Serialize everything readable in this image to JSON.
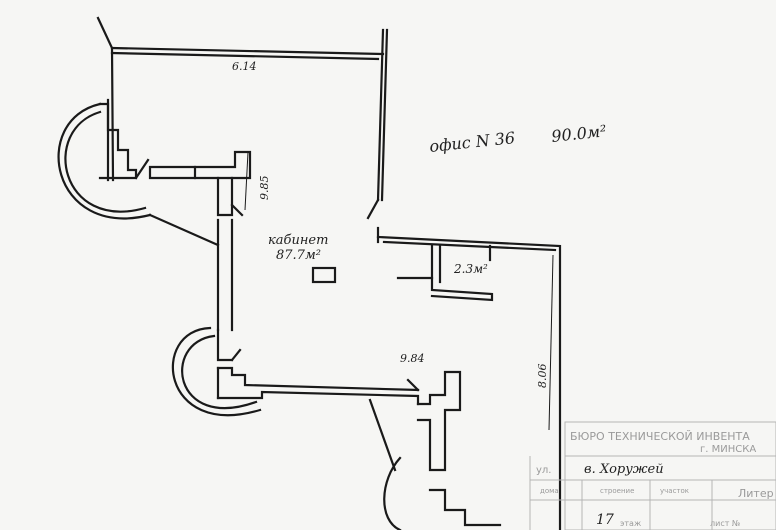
{
  "plan": {
    "office_title": "офис N 36",
    "office_area": "90.0м²",
    "room_name": "кабинет",
    "room_area": "87.7м²",
    "small_room_area": "2.3м²",
    "dim_top": "6.14",
    "dim_left": "9.85",
    "dim_right": "8.06",
    "dim_bottom": "9.84"
  },
  "stamp": {
    "bureau_line1": "БЮРО ТЕХНИЧЕСКОЙ ИНВЕНТА",
    "bureau_line2": "г. МИНСКА",
    "street_label": "ул.",
    "street_value": "в. Хоружей",
    "col_house": "дома",
    "col_building": "строение",
    "col_plot": "участок",
    "col_liter": "Литер",
    "number_value": "17",
    "floor_label": "этаж",
    "sheet_label": "лист №"
  },
  "colors": {
    "ink": "#1a1a1a",
    "stamp": "#9a9a9a",
    "paper": "#f6f6f4"
  }
}
